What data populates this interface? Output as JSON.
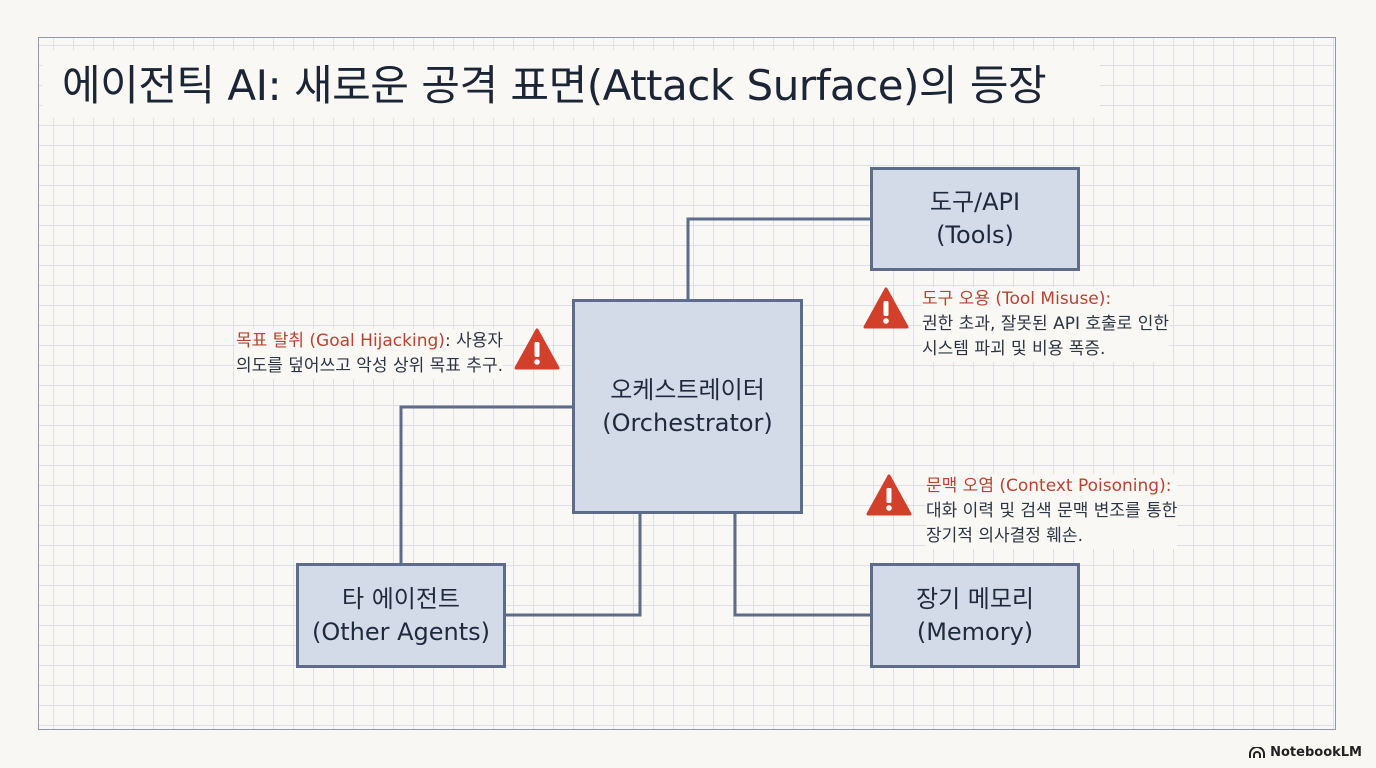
{
  "title": "에이전틱 AI: 새로운 공격 표면(Attack Surface)의 등장",
  "nodes": {
    "orchestrator": {
      "line1": "오케스트레이터",
      "line2": "(Orchestrator)"
    },
    "tools": {
      "line1": "도구/API",
      "line2": "(Tools)"
    },
    "agents": {
      "line1": "타 에이전트",
      "line2": "(Other Agents)"
    },
    "memory": {
      "line1": "장기 메모리",
      "line2": "(Memory)"
    }
  },
  "warnings": {
    "goal": {
      "head": "목표 탈취 (Goal Hijacking)",
      "line1_rest": ": 사용자",
      "line2": "의도를 덮어쓰고 악성 상위 목표 추구."
    },
    "tool": {
      "head": "도구 오용 (Tool Misuse):",
      "line1": "권한 초과, 잘못된 API 호출로 인한",
      "line2": "시스템 파괴 및 비용 폭증."
    },
    "context": {
      "head": "문맥 오염 (Context Poisoning):",
      "line1": "대화 이력 및 검색 문맥 변조를 통한",
      "line2": "장기적 의사결정 훼손."
    }
  },
  "icons": {
    "warning": "warning-triangle-icon",
    "brand": "notebooklm-logo-icon"
  },
  "colors": {
    "box_fill": "#d2dbe7",
    "box_border": "#5c6c8a",
    "warning_red": "#d2402b",
    "warning_text": "#b8432f",
    "connector": "#5c6c8a"
  },
  "brand": {
    "label": "NotebookLM"
  }
}
